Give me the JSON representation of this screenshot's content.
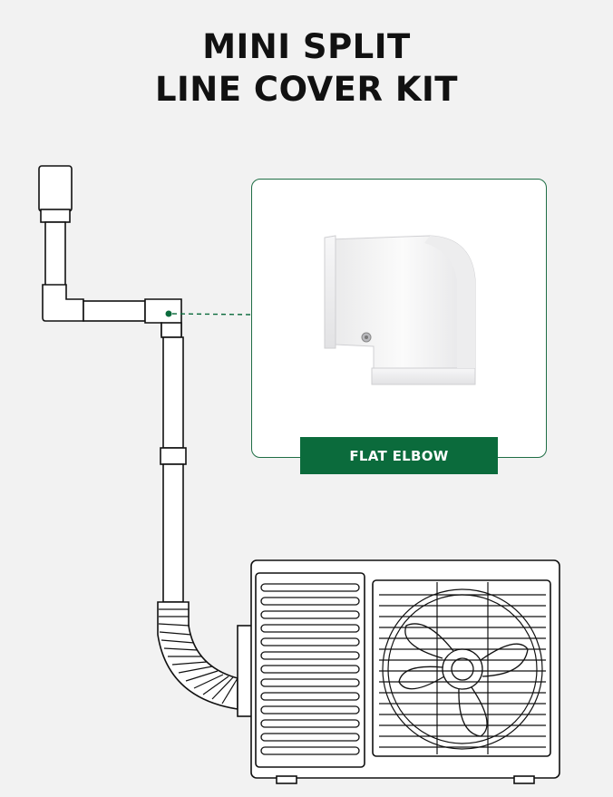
{
  "title": {
    "line1": "MINI SPLIT",
    "line2": "LINE COVER KIT"
  },
  "callout": {
    "label": "FLAT ELBOW"
  },
  "colors": {
    "accent": "#0b6b3c",
    "outline": "#111111",
    "background": "#f2f2f2"
  },
  "icons": [
    "flat-elbow-product-image",
    "ac-outdoor-unit-icon",
    "fan-blade-icon"
  ]
}
